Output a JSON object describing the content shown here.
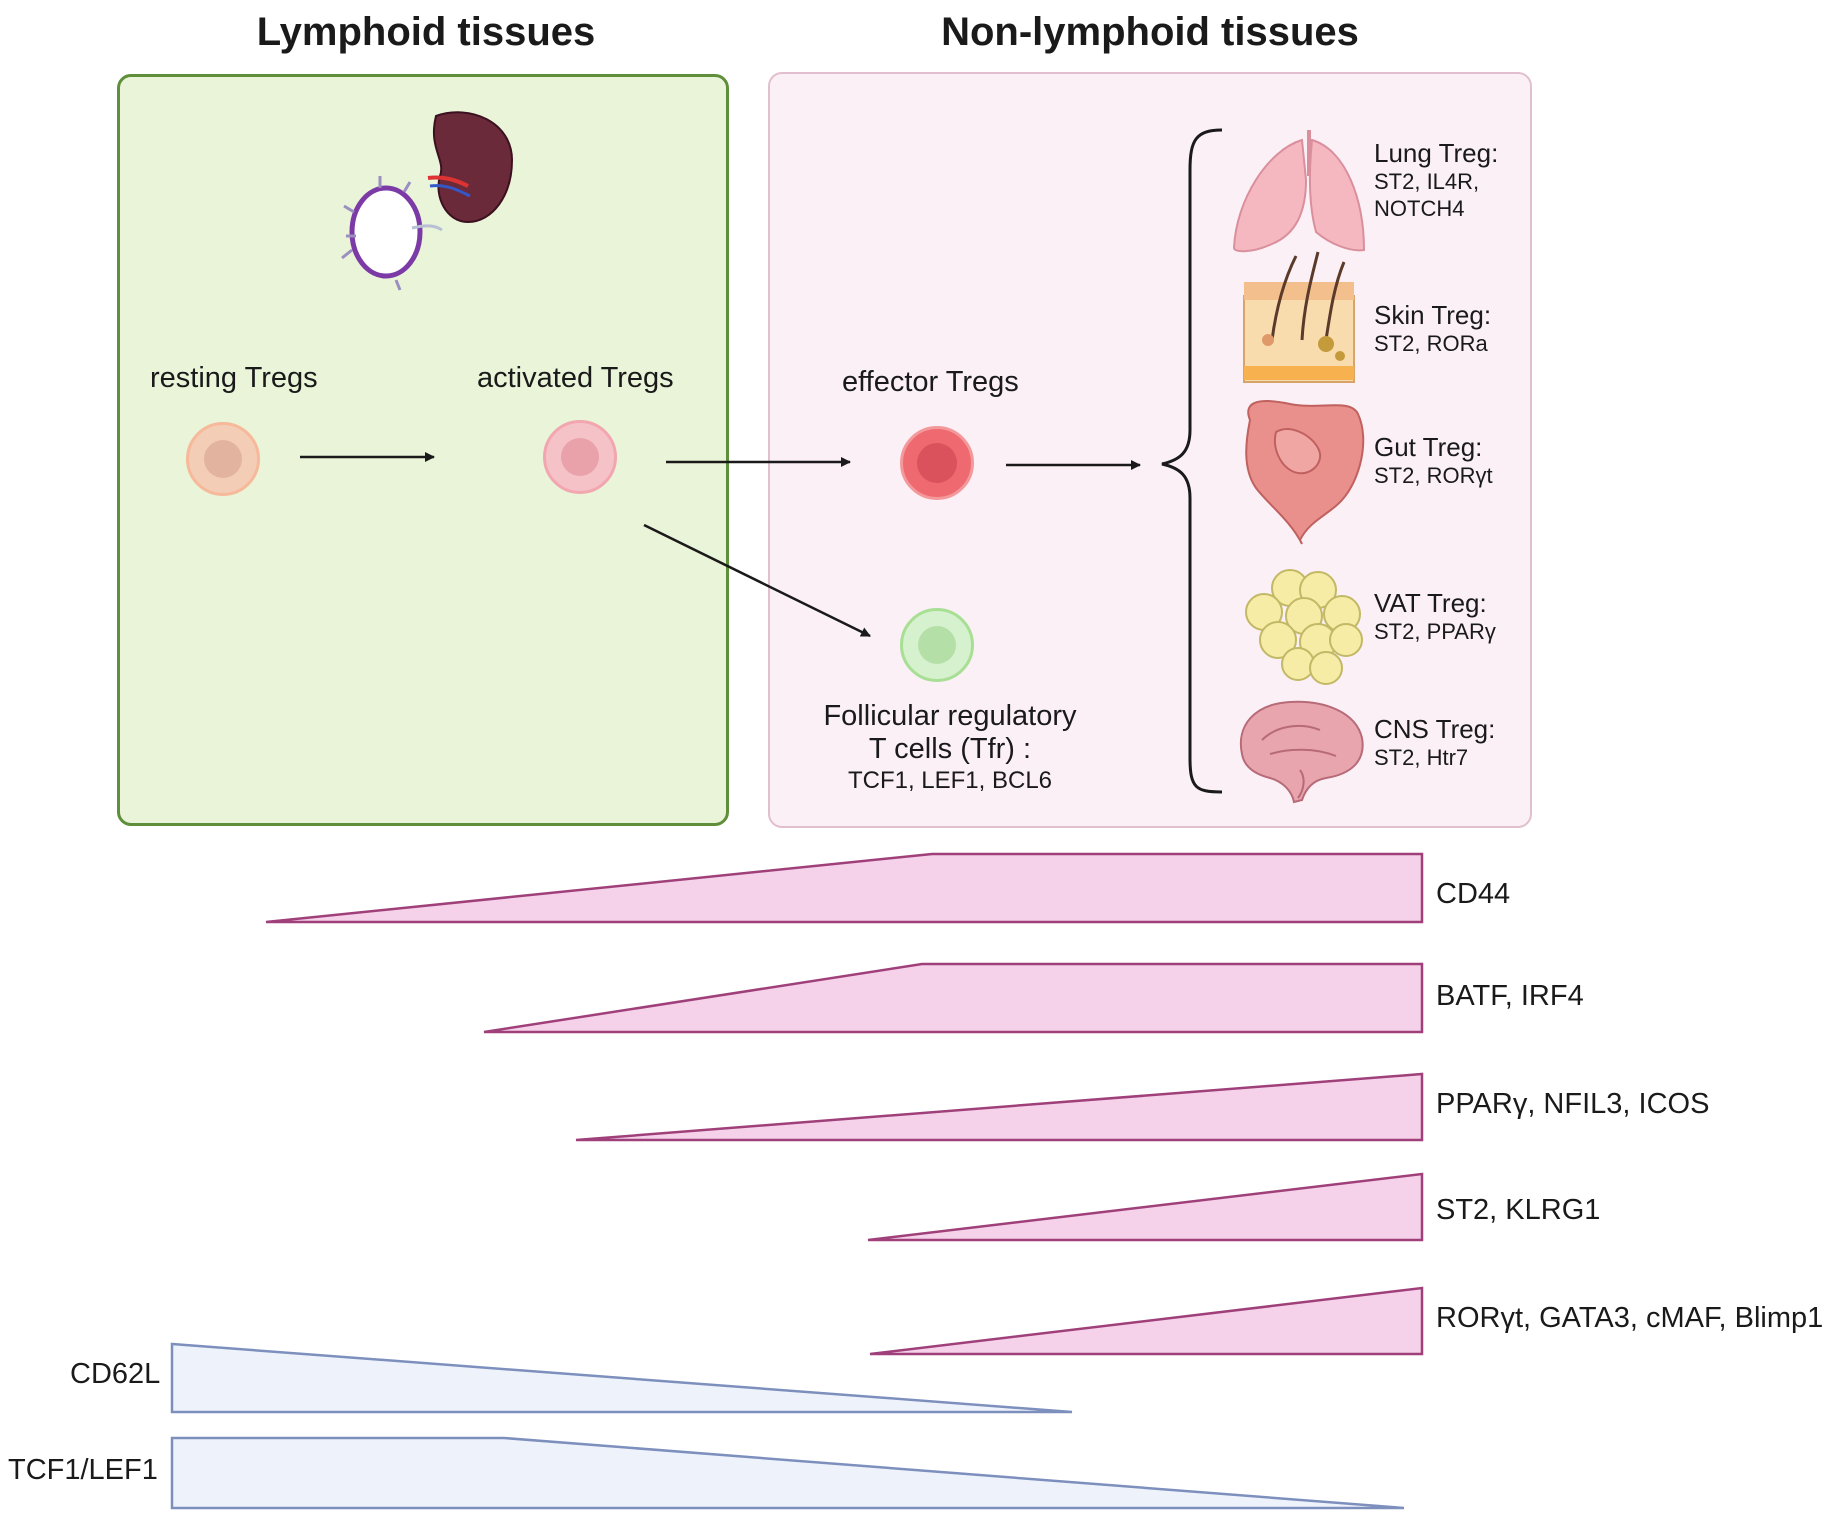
{
  "titles": {
    "lymphoid": "Lymphoid tissues",
    "non_lymphoid": "Non-lymphoid tissues"
  },
  "cells": {
    "resting": "resting Tregs",
    "activated": "activated Tregs",
    "effector": "effector Tregs",
    "tfr_line1": "Follicular regulatory",
    "tfr_line2": "T cells (Tfr) :",
    "tfr_markers": "TCF1, LEF1, BCL6"
  },
  "organs": [
    {
      "name": "Lung Treg:",
      "markers_line1": "ST2, IL4R,",
      "markers_line2": "NOTCH4"
    },
    {
      "name": "Skin Treg:",
      "markers_line1": "ST2, RORa",
      "markers_line2": ""
    },
    {
      "name": "Gut Treg:",
      "markers_line1": "ST2, RORγt",
      "markers_line2": ""
    },
    {
      "name": "VAT Treg:",
      "markers_line1": "ST2, PPARγ",
      "markers_line2": ""
    },
    {
      "name": "CNS Treg:",
      "markers_line1": "ST2, Htr7",
      "markers_line2": ""
    }
  ],
  "gradients": [
    {
      "label": "CD44",
      "direction": "increasing",
      "color": "#f5d2e9"
    },
    {
      "label": "BATF, IRF4",
      "direction": "increasing",
      "color": "#f5d2e9"
    },
    {
      "label": "PPARγ, NFIL3, ICOS",
      "direction": "increasing",
      "color": "#f5d2e9"
    },
    {
      "label": "ST2, KLRG1",
      "direction": "increasing",
      "color": "#f5d2e9"
    },
    {
      "label": "RORγt, GATA3, cMAF, Blimp1",
      "direction": "increasing",
      "color": "#f5d2e9"
    },
    {
      "label": "CD62L",
      "direction": "decreasing",
      "color": "#eef3fb"
    },
    {
      "label": "TCF1/LEF1",
      "direction": "decreasing",
      "color": "#eef3fb"
    }
  ],
  "colors": {
    "lymphoid_panel": "#eaf4d8",
    "non_lymphoid_panel": "#fbf0f6",
    "increasing_wedge_stroke": "#a0407a",
    "decreasing_wedge_stroke": "#7d8fbd"
  }
}
